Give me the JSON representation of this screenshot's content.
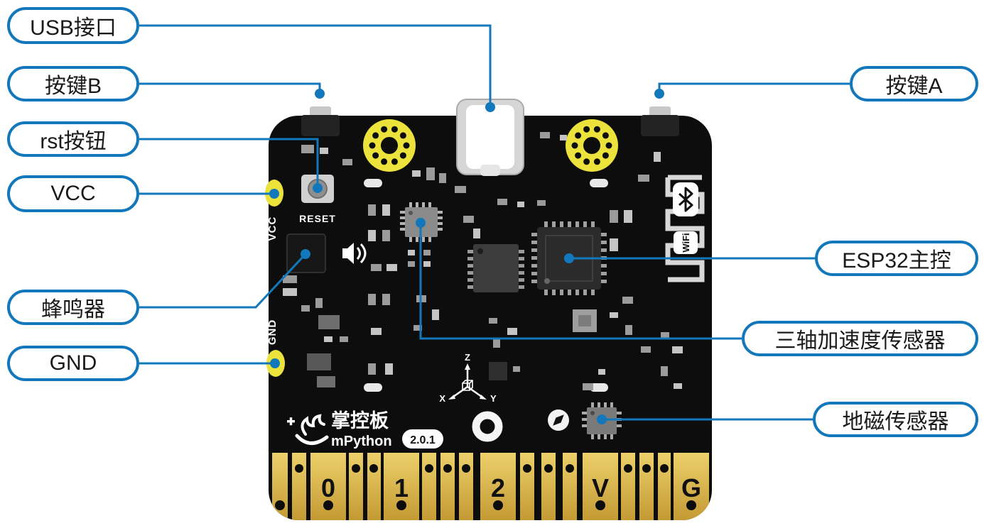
{
  "callouts": {
    "left": [
      {
        "label": "USB接口"
      },
      {
        "label": "按键B"
      },
      {
        "label": "rst按钮"
      },
      {
        "label": "VCC"
      },
      {
        "label": "蜂鸣器"
      },
      {
        "label": "GND"
      }
    ],
    "right": [
      {
        "label": "按键A"
      },
      {
        "label": "ESP32主控"
      },
      {
        "label": "三轴加速度传感器"
      },
      {
        "label": "地磁传感器"
      }
    ]
  },
  "board": {
    "reset_label": "RESET",
    "vcc_pad_label": "VCC",
    "gnd_pad_label": "GND",
    "brand": "掌控板",
    "brand_sub": "mPython",
    "version": "2.0.1",
    "wifi_badge": "WiFi",
    "axis": {
      "x": "X",
      "y": "Y",
      "z": "Z"
    },
    "pins": [
      "0",
      "1",
      "2",
      "V",
      "G"
    ]
  },
  "icons": [
    "bluetooth-icon",
    "wifi-badge",
    "speaker-icon",
    "compass-icon",
    "axis-cube-icon",
    "logo-hand-icon",
    "usb-c-connector",
    "mounting-hole"
  ],
  "colors": {
    "callout_border": "#1278bb",
    "line": "#1278bb",
    "board": "#0d0d0d",
    "gold": "#d8b44a",
    "pad_yellow": "#ece23e",
    "white": "#ffffff"
  }
}
